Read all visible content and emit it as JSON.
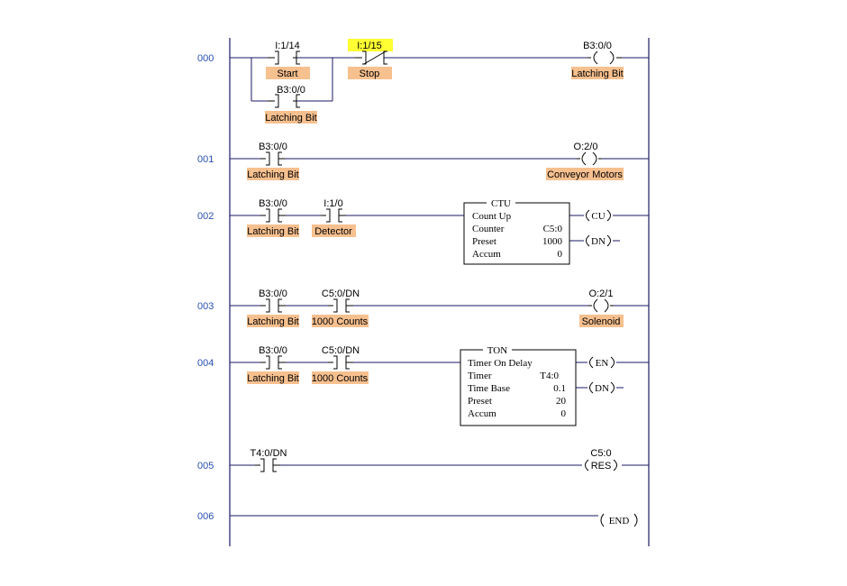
{
  "rungs": [
    "000",
    "001",
    "002",
    "003",
    "004",
    "005",
    "006"
  ],
  "rung0": {
    "start": {
      "address": "I:1/14",
      "desc": "Start"
    },
    "stop": {
      "address": "I:1/15",
      "desc": "Stop"
    },
    "latch_contact": {
      "address": "B3:0/0",
      "desc": "Latching Bit"
    },
    "coil": {
      "address": "B3:0/0",
      "desc": "Latching Bit"
    }
  },
  "rung1": {
    "contact": {
      "address": "B3:0/0",
      "desc": "Latching Bit"
    },
    "coil": {
      "address": "O:2/0",
      "desc": "Conveyor Motors"
    }
  },
  "rung2": {
    "contact1": {
      "address": "B3:0/0",
      "desc": "Latching Bit"
    },
    "contact2": {
      "address": "I:1/0",
      "desc": "Detector"
    },
    "ctu": {
      "title": "CTU",
      "subtitle": "Count Up",
      "counter_label": "Counter",
      "counter_value": "C5:0",
      "preset_label": "Preset",
      "preset_value": "1000",
      "accum_label": "Accum",
      "accum_value": "0"
    },
    "cu": "CU",
    "dn": "DN"
  },
  "rung3": {
    "contact1": {
      "address": "B3:0/0",
      "desc": "Latching Bit"
    },
    "contact2": {
      "address": "C5:0/DN",
      "desc": "1000 Counts"
    },
    "coil": {
      "address": "O:2/1",
      "desc": "Solenoid"
    }
  },
  "rung4": {
    "contact1": {
      "address": "B3:0/0",
      "desc": "Latching Bit"
    },
    "contact2": {
      "address": "C5:0/DN",
      "desc": "1000 Counts"
    },
    "ton": {
      "title": "TON",
      "subtitle": "Timer On Delay",
      "timer_label": "Timer",
      "timer_value": "T4:0",
      "timebase_label": "Time Base",
      "timebase_value": "0.1",
      "preset_label": "Preset",
      "preset_value": "20",
      "accum_label": "Accum",
      "accum_value": "0"
    },
    "en": "EN",
    "dn": "DN"
  },
  "rung5": {
    "contact": {
      "address": "T4:0/DN"
    },
    "res": {
      "address": "C5:0",
      "label": "RES"
    }
  },
  "rung6": {
    "end": "END"
  },
  "colors": {
    "rail": "#1a1a66",
    "rung_number": "#2a4fb0",
    "desc_bg": "#f7c08f",
    "highlight": "#ffff33"
  }
}
